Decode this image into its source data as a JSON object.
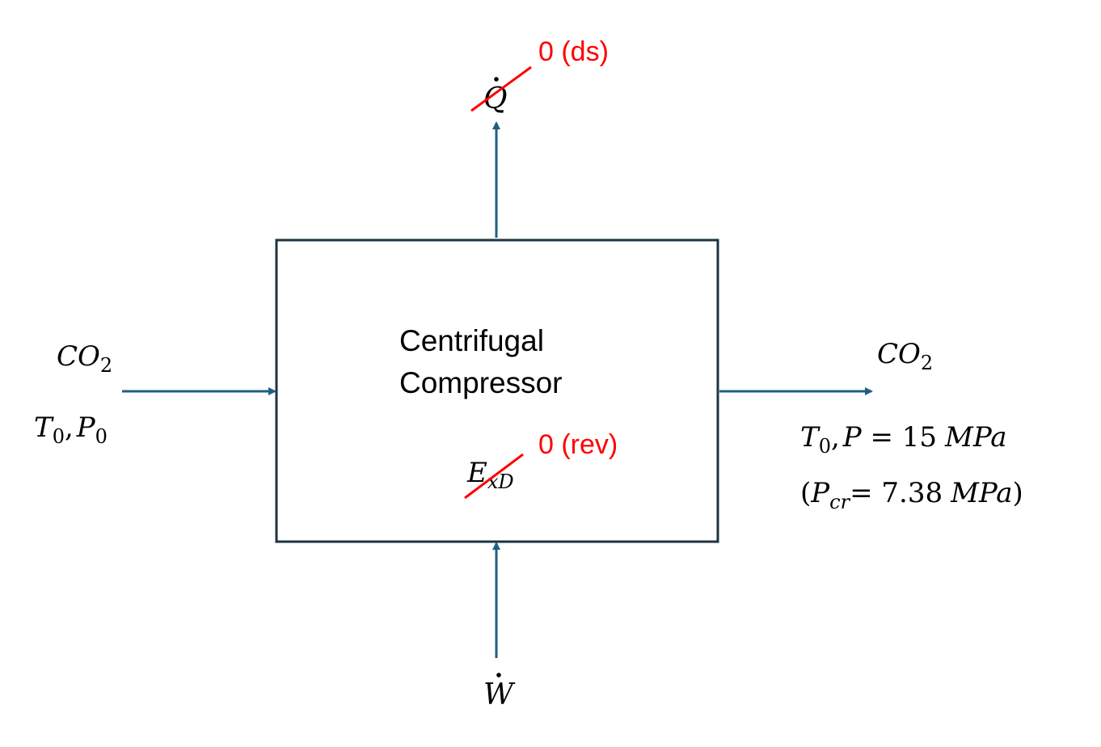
{
  "colors": {
    "arrow": "#1f5f80",
    "box_stroke": "#1d3340",
    "strike": "#ff0000",
    "note": "#ff0000",
    "text": "#000000"
  },
  "box": {
    "line1": "Centrifugal",
    "line2": "Compressor"
  },
  "inlet": {
    "species": "CO",
    "species_sub": "2",
    "state_T": "T",
    "state_T_sub": "0",
    "sep": ",",
    "state_P": "P",
    "state_P_sub": "0"
  },
  "outlet": {
    "species": "CO",
    "species_sub": "2",
    "state_T": "T",
    "state_T_sub": "0",
    "sep": ",",
    "state_P": "P",
    "eq": " = ",
    "pressure_value": "15",
    "pressure_unit": "MPa",
    "crit_open": "(",
    "crit_P": "P",
    "crit_sub": "cr",
    "crit_eq": "= ",
    "crit_value": "7.38",
    "crit_unit": "MPa",
    "crit_close": ")"
  },
  "heat": {
    "symbol": "Q",
    "note": "0 (ds)"
  },
  "work": {
    "symbol": "W"
  },
  "exergy": {
    "symbol": "E",
    "sub": "xD",
    "note": "0 (rev)"
  }
}
